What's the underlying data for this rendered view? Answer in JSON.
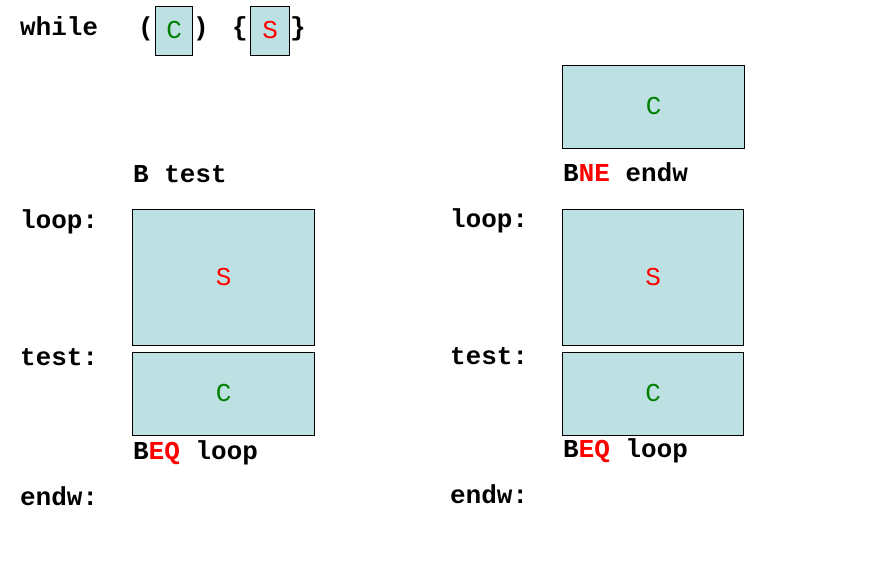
{
  "header": {
    "keyword": "while",
    "open_paren": "(",
    "close_paren": ")",
    "open_brace": "{",
    "close_brace": "}",
    "cond": "C",
    "stmt": "S"
  },
  "left": {
    "branch_label": "B test",
    "loop_label": "loop:",
    "body": "S",
    "test_label": "test:",
    "cond": "C",
    "beq_b": "B",
    "beq_cond": "EQ",
    "beq_target": " loop",
    "endw_label": "endw:"
  },
  "right": {
    "cond_top": "C",
    "bne_b": "B",
    "bne_cond": "NE",
    "bne_target": " endw",
    "loop_label": "loop:",
    "body": "S",
    "test_label": "test:",
    "cond": "C",
    "beq_b": "B",
    "beq_cond": "EQ",
    "beq_target": " loop",
    "endw_label": "endw:"
  },
  "colors": {
    "box_fill": "#bde0e3",
    "cond": "#008000",
    "stmt": "#ff0000"
  }
}
